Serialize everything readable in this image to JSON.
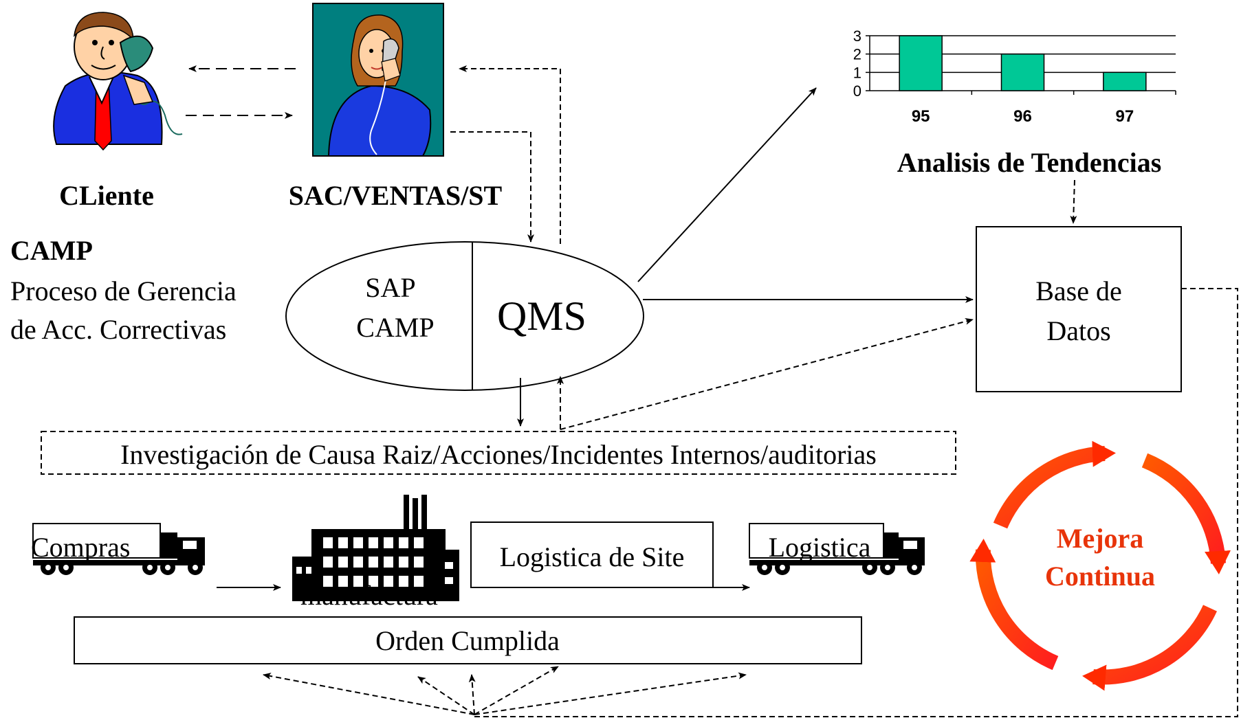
{
  "labels": {
    "cliente": "CLiente",
    "sac": "SAC/VENTAS/ST",
    "camp_title": "CAMP",
    "camp_line1": "Proceso de Gerencia",
    "camp_line2": "de Acc. Correctivas",
    "sap": "SAP",
    "camp_in_ellipse": "CAMP",
    "qms": "QMS",
    "trend_title": "Analisis de Tendencias",
    "db_line1": "Base de",
    "db_line2": "Datos",
    "investigation": "Investigación de Causa Raiz/Acciones/Incidentes Internos/auditorias",
    "compras": "Compras",
    "manufactura": "manufactura",
    "site_logistics": "Logistica de Site",
    "logistica": "Logistica",
    "orden": "Orden Cumplida",
    "mejora_line1": "Mejora",
    "mejora_line2": "Continua"
  },
  "colors": {
    "bar_fill": "#00c896",
    "mejora_text": "#e8340a",
    "cycle_arrow": "#ff2a00",
    "sac_background": "#007f7f",
    "client_suit": "#1a2fe0",
    "client_tie": "#ff0000",
    "client_skin": "#ffd2a6",
    "agent_suit": "#1a3adf"
  },
  "icons": [
    "client-phone-icon",
    "agent-phone-icon",
    "truck-icon",
    "factory-icon",
    "cycle-arrows-icon"
  ],
  "chart_data": {
    "type": "bar",
    "categories": [
      "95",
      "96",
      "97"
    ],
    "values": [
      3,
      2,
      1
    ],
    "ylim": [
      0,
      3
    ],
    "yticks": [
      "0",
      "1",
      "2",
      "3"
    ],
    "grid": true,
    "title": "Analisis de Tendencias"
  }
}
